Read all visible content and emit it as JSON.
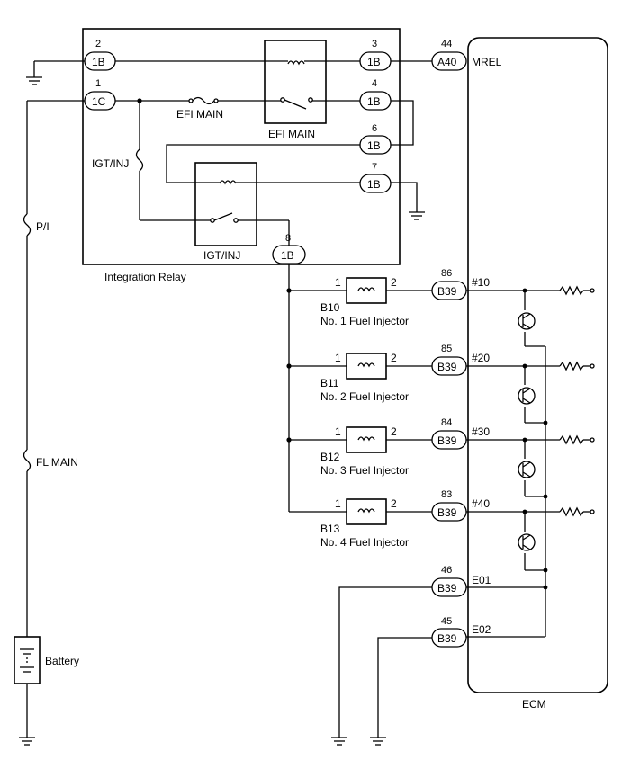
{
  "relay_block": {
    "label": "Integration Relay",
    "pins": [
      {
        "num": "2",
        "code": "1B"
      },
      {
        "num": "1",
        "code": "1C"
      },
      {
        "num": "3",
        "code": "1B"
      },
      {
        "num": "4",
        "code": "1B"
      },
      {
        "num": "6",
        "code": "1B"
      },
      {
        "num": "7",
        "code": "1B"
      },
      {
        "num": "8",
        "code": "1B"
      }
    ],
    "efi_main_fuse": "EFI MAIN",
    "efi_main_relay": "EFI MAIN",
    "igt_inj_fuse": "IGT/INJ",
    "igt_inj_relay": "IGT/INJ"
  },
  "power_side": {
    "pi_fuse": "P/I",
    "fl_main": "FL MAIN",
    "battery": "Battery"
  },
  "injectors": [
    {
      "code": "B10",
      "name": "No. 1 Fuel Injector",
      "pin1": "1",
      "pin2": "2"
    },
    {
      "code": "B11",
      "name": "No. 2 Fuel Injector",
      "pin1": "1",
      "pin2": "2"
    },
    {
      "code": "B12",
      "name": "No. 3 Fuel Injector",
      "pin1": "1",
      "pin2": "2"
    },
    {
      "code": "B13",
      "name": "No. 4 Fuel Injector",
      "pin1": "1",
      "pin2": "2"
    }
  ],
  "ecm": {
    "label": "ECM",
    "terminals": [
      {
        "pin": "44",
        "conn": "A40",
        "signal": "MREL"
      },
      {
        "pin": "86",
        "conn": "B39",
        "signal": "#10"
      },
      {
        "pin": "85",
        "conn": "B39",
        "signal": "#20"
      },
      {
        "pin": "84",
        "conn": "B39",
        "signal": "#30"
      },
      {
        "pin": "83",
        "conn": "B39",
        "signal": "#40"
      },
      {
        "pin": "46",
        "conn": "B39",
        "signal": "E01"
      },
      {
        "pin": "45",
        "conn": "B39",
        "signal": "E02"
      }
    ]
  }
}
